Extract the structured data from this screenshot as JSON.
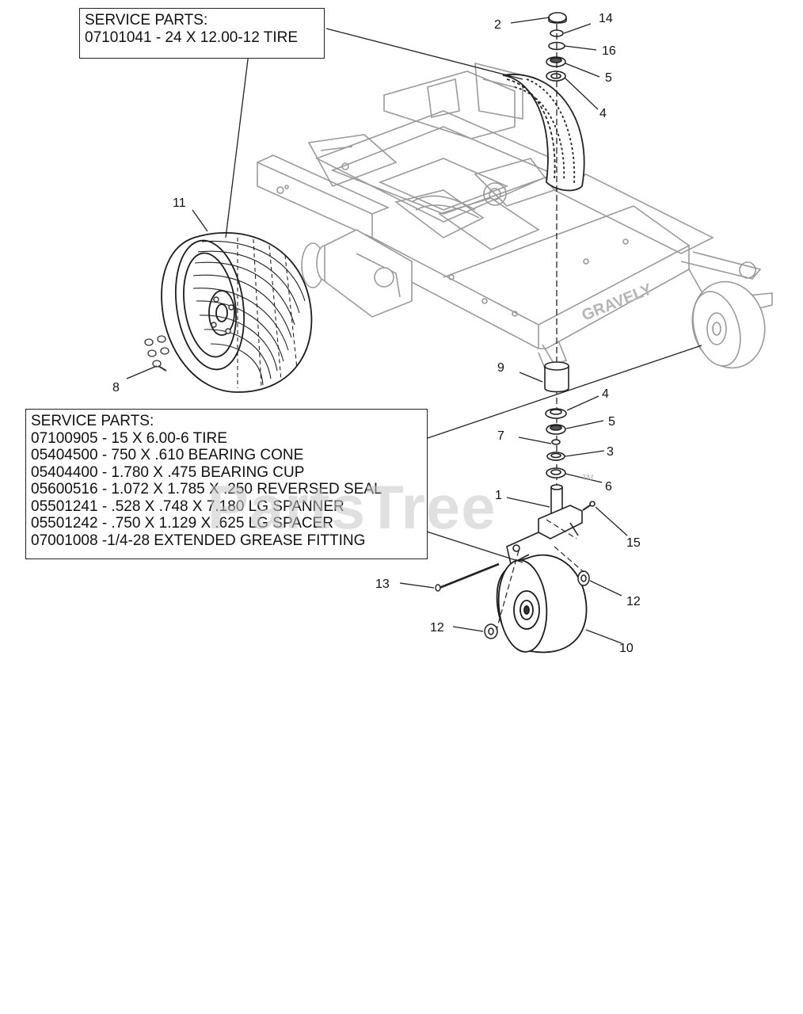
{
  "service_box_rear": {
    "heading": "SERVICE PARTS:",
    "lines": [
      "07101041 - 24 X 12.00-12 TIRE"
    ]
  },
  "service_box_front": {
    "heading": "SERVICE PARTS:",
    "lines": [
      "07100905 - 15 X 6.00-6 TIRE",
      "05404500 - 750 X .610 BEARING CONE",
      "05404400 - 1.780 X .475 BEARING CUP",
      "05600516 - 1.072 X 1.785 X .250 REVERSED SEAL",
      "05501241 - .528 X .748 X 7.180 LG SPANNER",
      "05501242 - .750 X 1.129 X .625 LG SPACER",
      "07001008 -1/4-28 EXTENDED GREASE FITTING"
    ]
  },
  "callouts": {
    "c2": "2",
    "c14": "14",
    "c16": "16",
    "c5_top": "5",
    "c4_top": "4",
    "c11": "11",
    "c8": "8",
    "c9": "9",
    "c4_mid": "4",
    "c5_mid": "5",
    "c7": "7",
    "c3": "3",
    "c6": "6",
    "c1": "1",
    "c15": "15",
    "c13": "13",
    "c12_right": "12",
    "c12_left": "12",
    "c10": "10"
  },
  "brand_text": "GRAVELY",
  "watermark": "PartsTree",
  "watermark_tm": "TM"
}
